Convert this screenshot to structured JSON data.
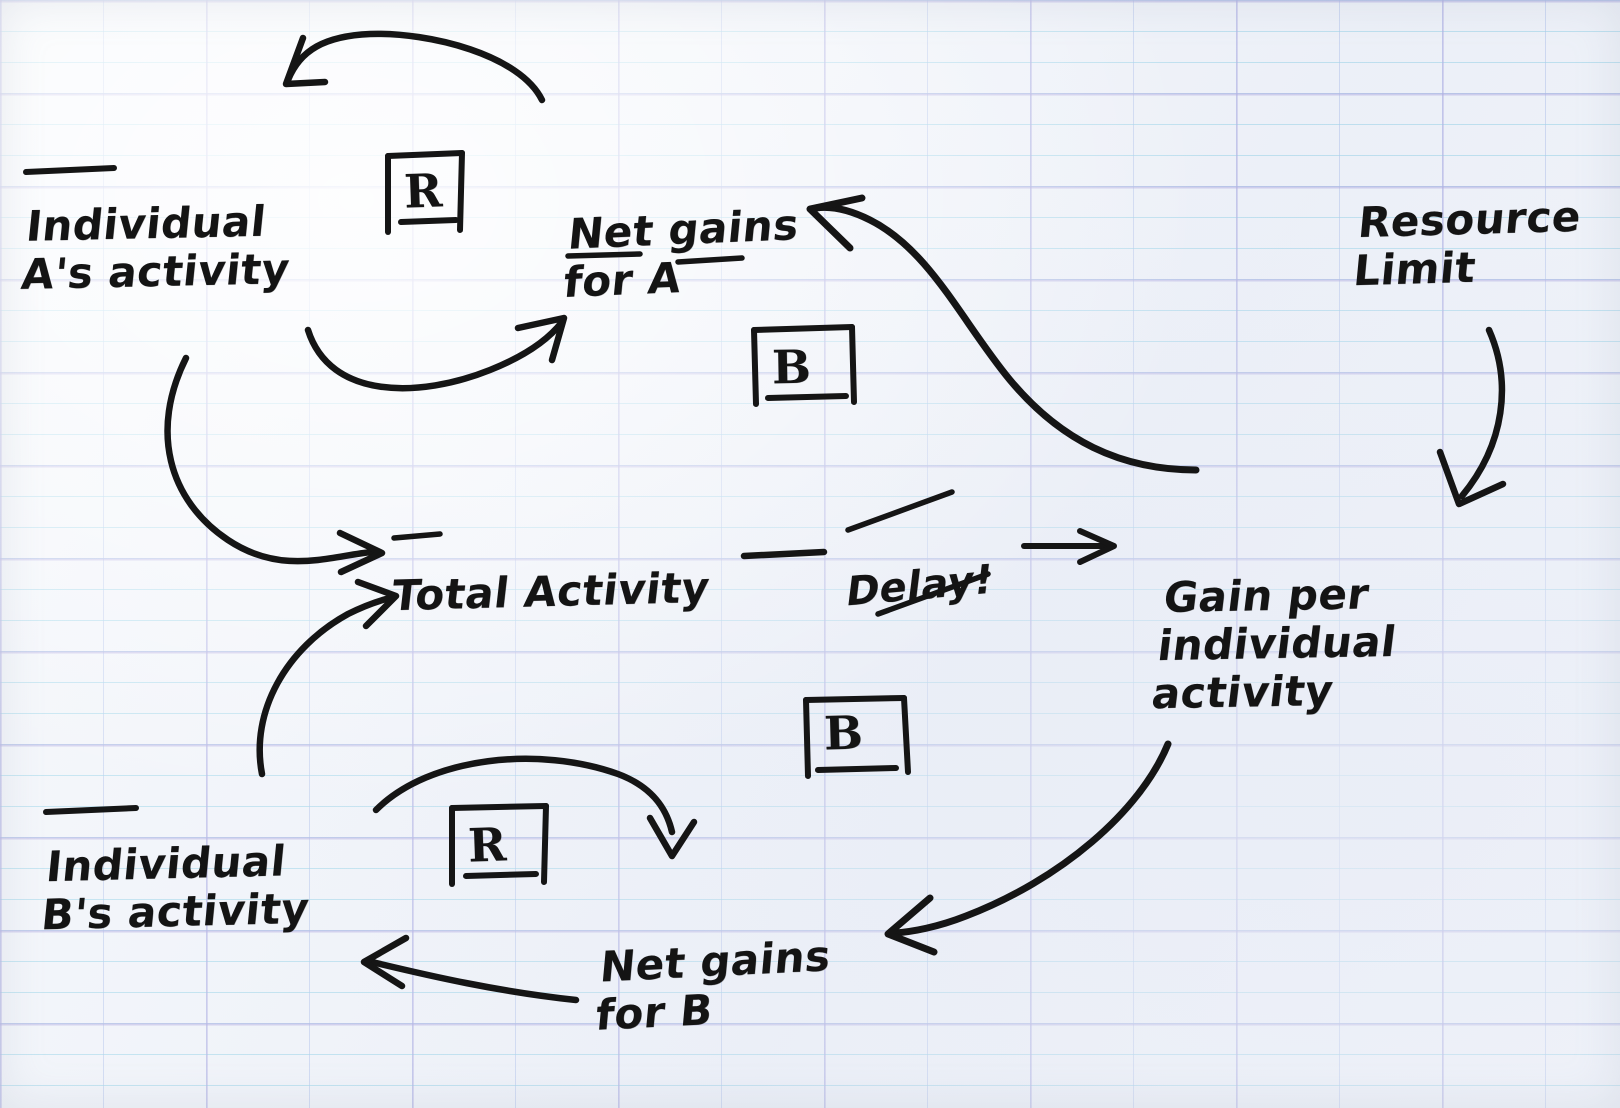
{
  "diagram": {
    "type": "causal-loop-diagram",
    "medium": "hand-drawn ink on blue-and-lavender graph paper",
    "nodes": {
      "individual_a": "Individual\nA's activity",
      "net_gains_a": "Net gains\nfor A",
      "resource_limit": "Resource\nLimit",
      "total_activity": "Total Activity",
      "delay": "Delay!",
      "gain_per_individual": "Gain per\nindividual\nactivity",
      "individual_b": "Individual\nB's activity",
      "net_gains_b": "Net gains\nfor B"
    },
    "loop_labels": [
      {
        "id": "loop-r-top",
        "letter": "R",
        "meaning": "reinforcing"
      },
      {
        "id": "loop-b-top",
        "letter": "B",
        "meaning": "balancing"
      },
      {
        "id": "loop-b-bottom",
        "letter": "B",
        "meaning": "balancing"
      },
      {
        "id": "loop-r-bottom",
        "letter": "R",
        "meaning": "reinforcing"
      }
    ],
    "links": [
      {
        "id": "link-gains-a-to-a",
        "from": "net_gains_a",
        "to": "individual_a"
      },
      {
        "id": "link-a-to-gains-a",
        "from": "individual_a",
        "to": "net_gains_a"
      },
      {
        "id": "link-a-to-total",
        "from": "individual_a",
        "to": "total_activity"
      },
      {
        "id": "link-total-to-delay",
        "from": "total_activity",
        "to": "delay"
      },
      {
        "id": "link-delay-to-gain",
        "from": "delay",
        "to": "gain_per_individual"
      },
      {
        "id": "link-gain-to-gains-a",
        "from": "gain_per_individual",
        "to": "net_gains_a"
      },
      {
        "id": "link-resource-to-gain",
        "from": "resource_limit",
        "to": "gain_per_individual"
      },
      {
        "id": "link-gain-to-gains-b",
        "from": "gain_per_individual",
        "to": "net_gains_b"
      },
      {
        "id": "link-gains-b-to-b",
        "from": "net_gains_b",
        "to": "individual_b"
      },
      {
        "id": "link-b-to-gains-b",
        "from": "individual_b",
        "to": "net_gains_b"
      },
      {
        "id": "link-b-to-total",
        "from": "individual_b",
        "to": "total_activity"
      }
    ],
    "colors": {
      "ink": "#151515",
      "paper": "#f2f5fa",
      "grid_minor_horizontal": "#78c8e2",
      "grid_minor_vertical": "#7896de",
      "grid_major": "#968cd7"
    }
  }
}
